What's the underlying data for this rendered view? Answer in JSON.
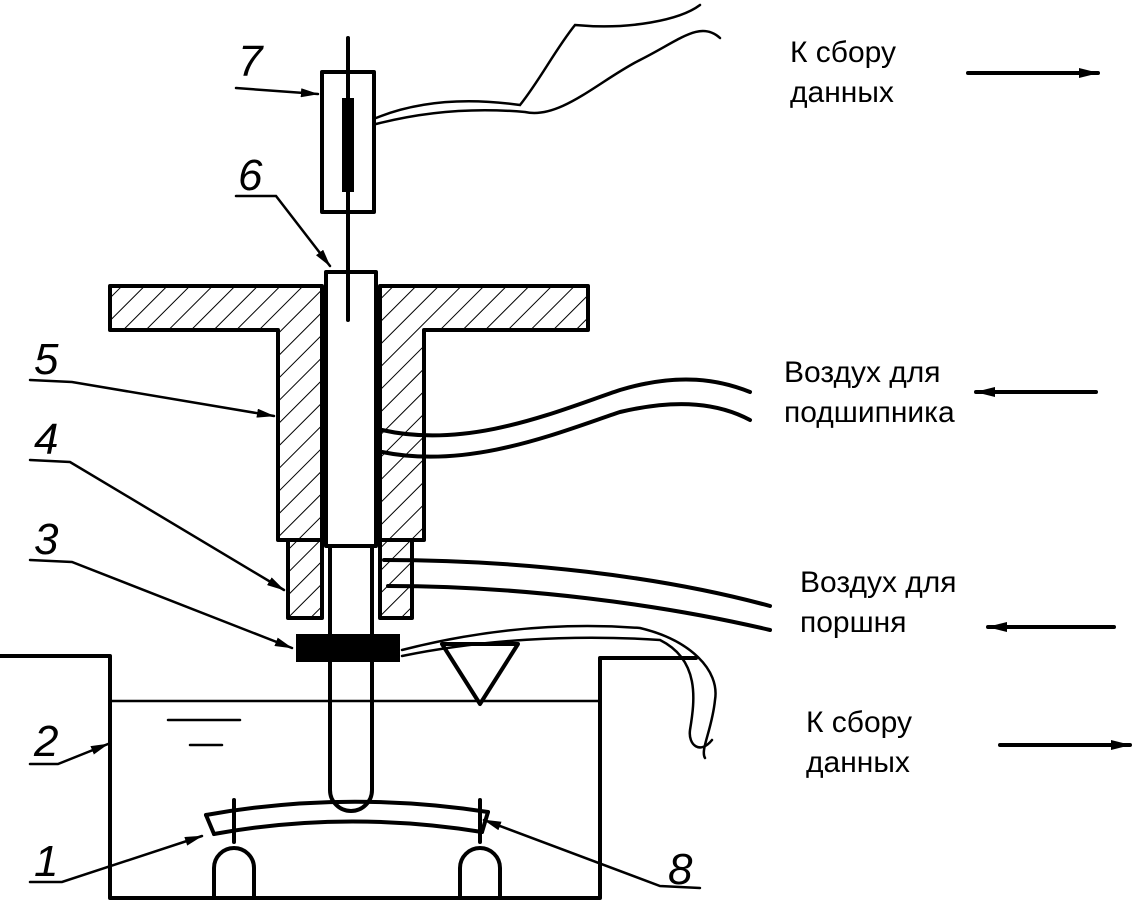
{
  "labels": {
    "n1": "1",
    "n2": "2",
    "n3": "3",
    "n4": "4",
    "n5": "5",
    "n6": "6",
    "n7": "7",
    "n8": "8"
  },
  "notes": {
    "data_top_1": "К сбору",
    "data_top_2": "данных",
    "air_bearing_1": "Воздух для",
    "air_bearing_2": "подшипника",
    "air_piston_1": "Воздух для",
    "air_piston_2": "поршня",
    "data_bottom_1": "К сбору",
    "data_bottom_2": "данных"
  }
}
